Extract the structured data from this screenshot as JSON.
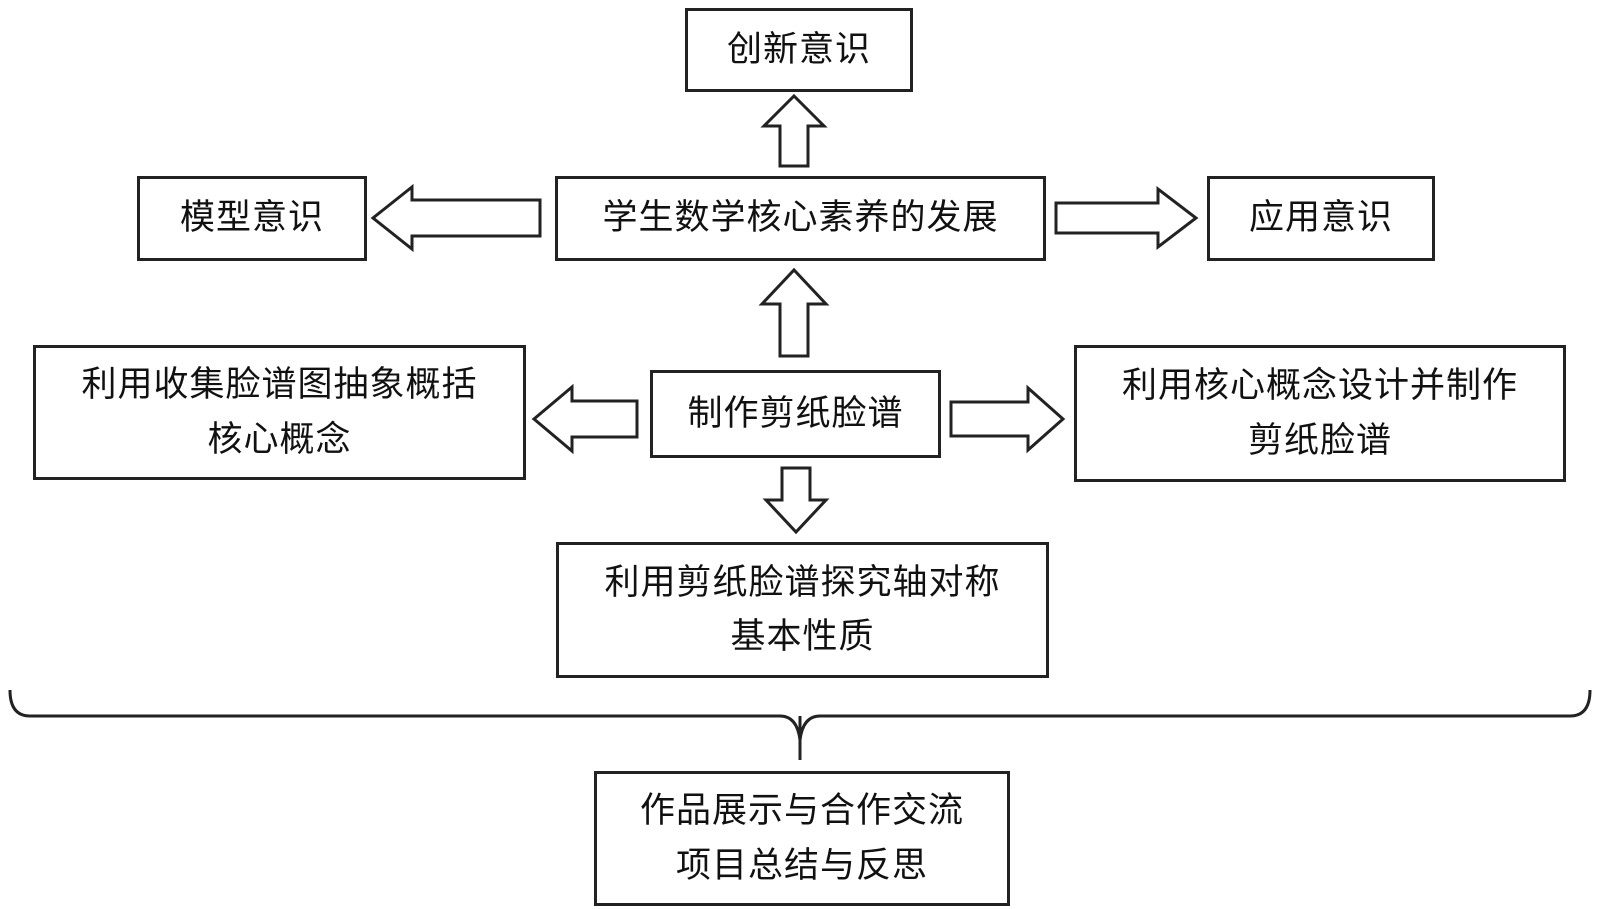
{
  "diagram": {
    "nodes": {
      "innovation": {
        "label": "创新意识"
      },
      "model": {
        "label": "模型意识"
      },
      "core": {
        "label": "学生数学核心素养的发展"
      },
      "application": {
        "label": "应用意识"
      },
      "make": {
        "label": "制作剪纸脸谱"
      },
      "abstract": {
        "lines": [
          "利用收集脸谱图抽象概括",
          "核心概念"
        ]
      },
      "design": {
        "lines": [
          "利用核心概念设计并制作",
          "剪纸脸谱"
        ]
      },
      "explore": {
        "lines": [
          "利用剪纸脸谱探究轴对称",
          "基本性质"
        ]
      },
      "summary": {
        "lines": [
          "作品展示与合作交流",
          "项目总结与反思"
        ]
      }
    },
    "edges": [
      {
        "from": "core",
        "to": "innovation",
        "style": "hollow-arrow"
      },
      {
        "from": "core",
        "to": "model",
        "style": "hollow-arrow"
      },
      {
        "from": "core",
        "to": "application",
        "style": "hollow-arrow"
      },
      {
        "from": "make",
        "to": "core",
        "style": "hollow-arrow"
      },
      {
        "from": "make",
        "to": "abstract",
        "style": "hollow-arrow"
      },
      {
        "from": "make",
        "to": "design",
        "style": "hollow-arrow"
      },
      {
        "from": "make",
        "to": "explore",
        "style": "hollow-arrow"
      },
      {
        "from": "upper-section",
        "to": "summary",
        "style": "brace"
      }
    ],
    "colors": {
      "stroke": "#222222",
      "fill": "#ffffff",
      "text": "#111111"
    }
  }
}
